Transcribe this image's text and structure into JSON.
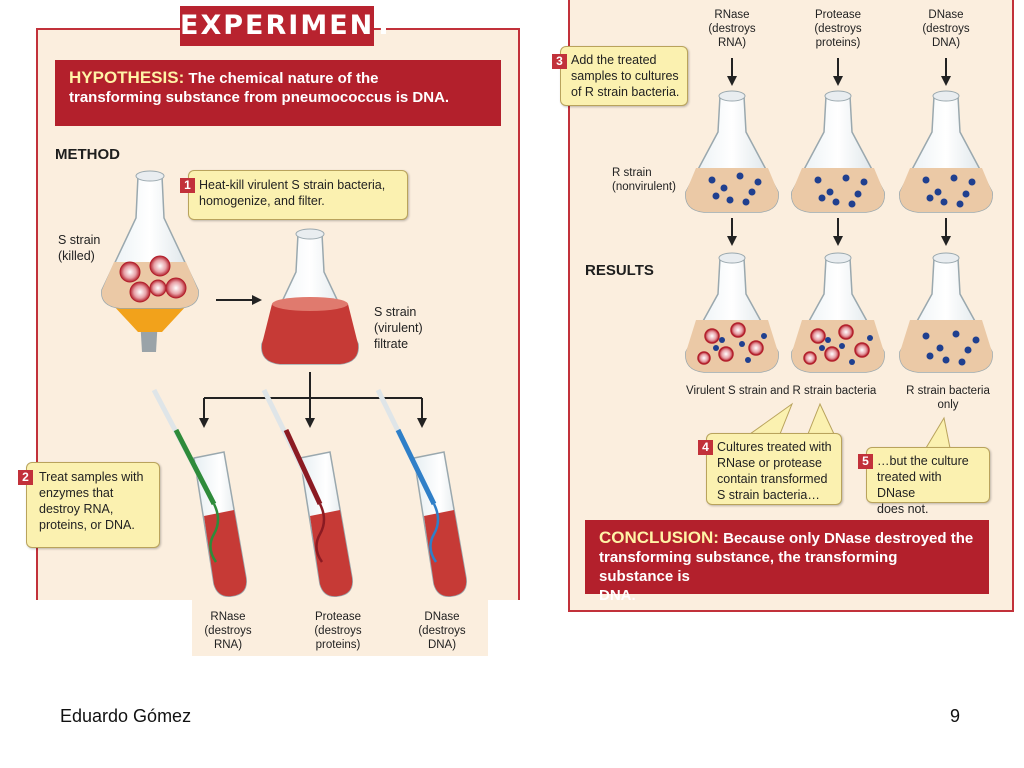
{
  "title": "EXPERIMENT",
  "hypothesis": {
    "keyword": "HYPOTHESIS:",
    "line1": "The chemical nature of the",
    "line2": "transforming substance from pneumococcus is DNA."
  },
  "method_label": "METHOD",
  "results_label": "RESULTS",
  "steps": {
    "s1": {
      "number": "1",
      "line1": "Heat-kill virulent S strain bacteria,",
      "line2": "homogenize, and filter."
    },
    "s2": {
      "number": "2",
      "line1": "Treat samples with",
      "line2": "enzymes that",
      "line3": "destroy RNA,",
      "line4": "proteins, or DNA."
    },
    "s3": {
      "number": "3",
      "line1": "Add the treated",
      "line2": "samples to cultures",
      "line3": "of R strain bacteria."
    },
    "s4": {
      "number": "4",
      "line1": "Cultures treated with",
      "line2": "RNase or protease",
      "line3": "contain transformed",
      "line4": "S strain bacteria…"
    },
    "s5": {
      "number": "5",
      "line1": "…but the culture",
      "line2": "treated with DNase",
      "line3": "does not."
    }
  },
  "labels": {
    "s_strain_killed_1": "S strain",
    "s_strain_killed_2": "(killed)",
    "s_strain_filtrate_1": "S strain",
    "s_strain_filtrate_2": "(virulent)",
    "s_strain_filtrate_3": "filtrate",
    "r_strain_1": "R strain",
    "r_strain_2": "(nonvirulent)",
    "virulent_result": "Virulent S strain and R strain bacteria",
    "r_only_1": "R strain bacteria",
    "r_only_2": "only"
  },
  "enzymes": [
    {
      "name": "RNase",
      "line2": "(destroys",
      "line3": "RNA)"
    },
    {
      "name": "Protease",
      "line2": "(destroys",
      "line3": "proteins)"
    },
    {
      "name": "DNase",
      "line2": "(destroys",
      "line3": "DNA)"
    }
  ],
  "conclusion": {
    "keyword": "CONCLUSION:",
    "line1": "Because only DNase destroyed the",
    "line2": "transforming substance, the transforming substance is",
    "line3": "DNA."
  },
  "footer": {
    "author": "Eduardo Gómez",
    "page": "9"
  },
  "colors": {
    "accent_red": "#b3202c",
    "note_yellow": "#fbf1b0",
    "panel_bg": "#fbeede",
    "green": "#2e8b3a",
    "maroon": "#8b1a22",
    "blue": "#2f7fc8"
  }
}
